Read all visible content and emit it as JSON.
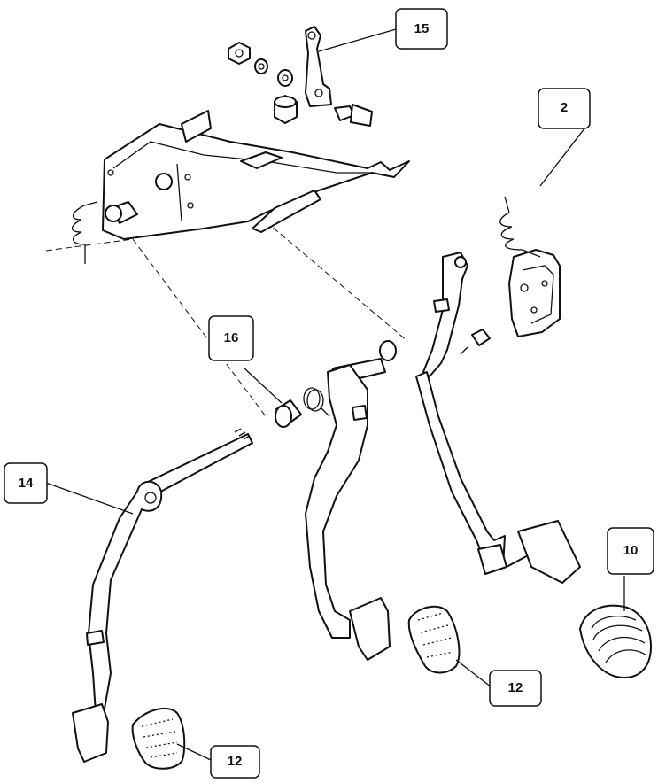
{
  "callouts": {
    "c15": "15",
    "c2": "2",
    "c16": "16",
    "c14": "14",
    "c10": "10",
    "c12a": "12",
    "c12b": "12"
  },
  "colors": {
    "line": "#111111",
    "background": "#ffffff"
  }
}
